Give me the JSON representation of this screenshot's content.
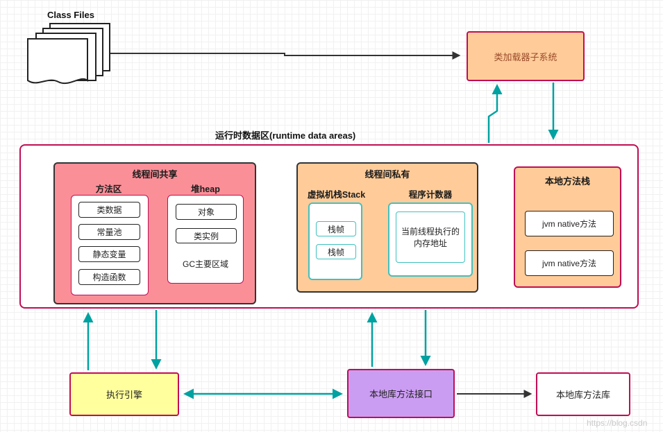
{
  "colors": {
    "border_crimson": "#c00d54",
    "fill_orange": "#ffcc99",
    "fill_pink": "#fa8f98",
    "fill_yellow": "#ffff9e",
    "fill_purple": "#cb9df2",
    "arrow_teal": "#00a1a1",
    "arrow_black": "#333333"
  },
  "class_files": {
    "label": "Class Files"
  },
  "class_loader": {
    "label": "类加载器子系统"
  },
  "runtime": {
    "title": "运行时数据区(runtime data areas)",
    "shared": {
      "title": "线程间共享",
      "method_area": {
        "title": "方法区",
        "items": [
          "类数据",
          "常量池",
          "静态变量",
          "构造函数"
        ]
      },
      "heap": {
        "title": "堆heap",
        "items": [
          "对象",
          "类实例"
        ],
        "note": "GC主要区域"
      }
    },
    "thread_private": {
      "title": "线程间私有",
      "vm_stack": {
        "title": "虚拟机栈Stack",
        "frames": [
          "栈帧",
          "栈帧"
        ]
      },
      "pc_register": {
        "title": "程序计数器",
        "content": "当前线程执行的内存地址"
      }
    },
    "native_method_stack": {
      "title": "本地方法栈",
      "items": [
        "jvm native方法",
        "jvm native方法"
      ]
    }
  },
  "execution_engine": {
    "label": "执行引擎"
  },
  "native_interface": {
    "label": "本地库方法接口"
  },
  "native_library": {
    "label": "本地库方法库"
  },
  "watermark": "https://blog.csdn"
}
